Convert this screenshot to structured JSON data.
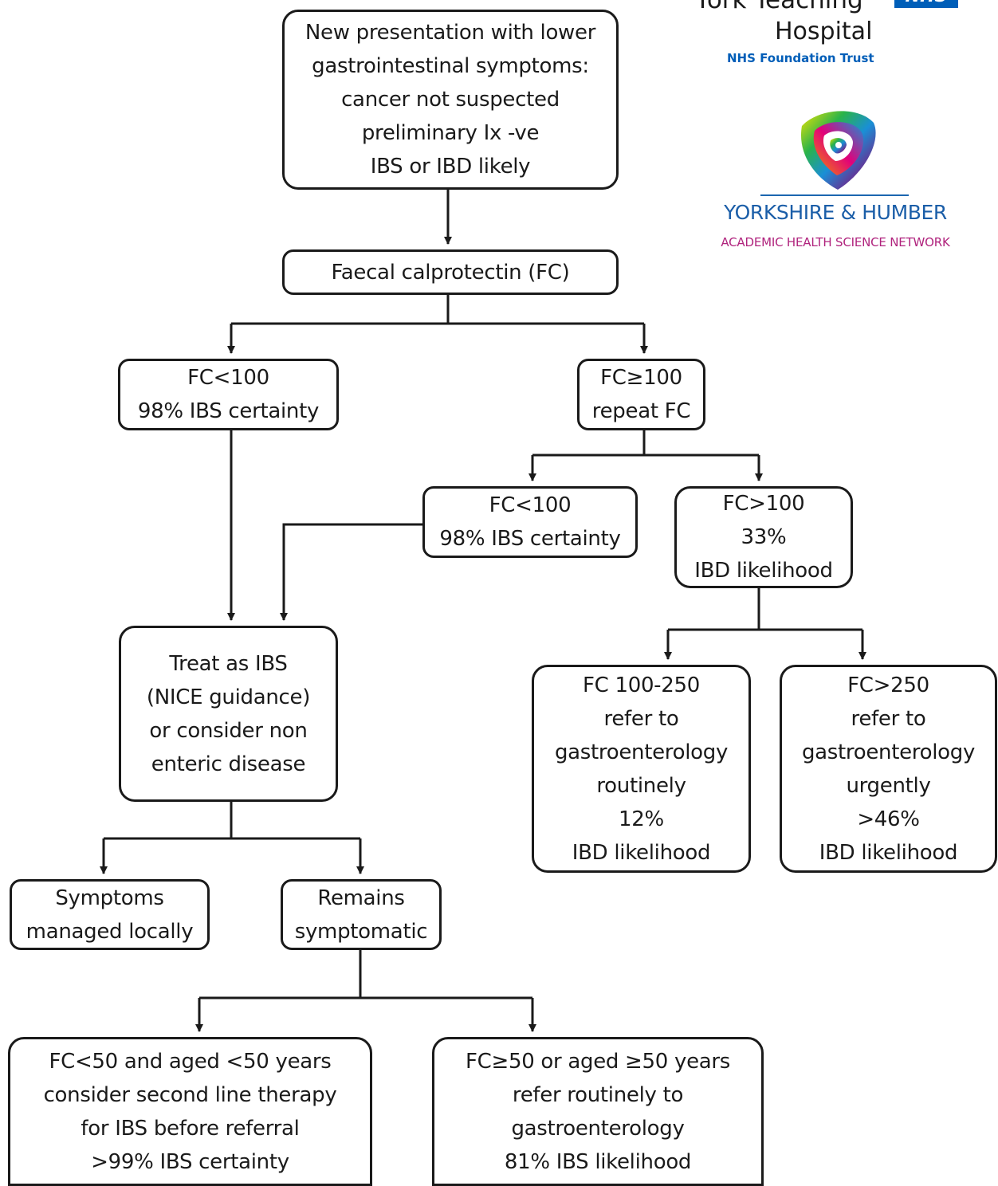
{
  "logos": {
    "nhs_trust": {
      "line1": "York Teaching",
      "badge": "NHS",
      "line2": "Hospital",
      "subtitle": "NHS Foundation Trust",
      "badge_color": "#005eb8"
    },
    "ahsn": {
      "name": "YORKSHIRE & HUMBER",
      "subtitle": "ACADEMIC HEALTH SCIENCE NETWORK",
      "name_color": "#1b5ea8",
      "subtitle_color": "#b0237d"
    }
  },
  "flowchart": {
    "start": [
      "New presentation with lower",
      "gastrointestinal symptoms:",
      "cancer not suspected",
      "preliminary Ix -ve",
      "IBS or IBD likely"
    ],
    "fc_test": [
      "Faecal calprotectin (FC)"
    ],
    "fc_low": [
      "FC<100",
      "98% IBS certainty"
    ],
    "fc_high": [
      "FC≥100",
      "repeat FC"
    ],
    "repeat_low": [
      "FC<100",
      "98% IBS certainty"
    ],
    "repeat_high": [
      "FC>100",
      "33%",
      "IBD likelihood"
    ],
    "treat_ibs": [
      "Treat as IBS",
      "(NICE guidance)",
      "or consider non",
      "enteric disease"
    ],
    "fc_100_250": [
      "FC 100-250",
      "refer to",
      "gastroenterology",
      "routinely",
      "12%",
      "IBD likelihood"
    ],
    "fc_over_250": [
      "FC>250",
      "refer to",
      "gastroenterology",
      "urgently",
      ">46%",
      "IBD likelihood"
    ],
    "managed_locally": [
      "Symptoms",
      "managed locally"
    ],
    "remains_symptomatic": [
      "Remains",
      "symptomatic"
    ],
    "second_line": [
      "FC<50 and aged <50 years",
      "consider second line therapy",
      "for IBS before referral",
      ">99% IBS certainty"
    ],
    "refer_routinely": [
      "FC≥50 or aged ≥50 years",
      "refer routinely to",
      "gastroenterology",
      "81% IBS likelihood"
    ]
  },
  "colors": {
    "stroke": "#1a1a1a",
    "background": "#ffffff"
  }
}
